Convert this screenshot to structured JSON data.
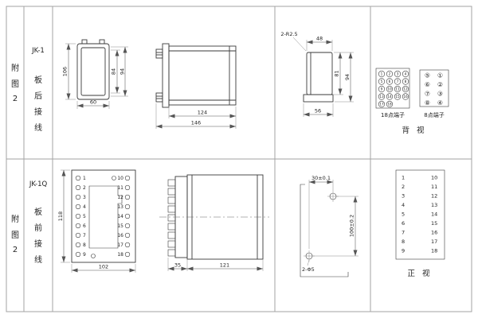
{
  "top": {
    "fig_char1": "附",
    "fig_char2": "图",
    "fig_char3": "2",
    "model": "JK-1",
    "wiring_char1": "板",
    "wiring_char2": "后",
    "wiring_char3": "接",
    "wiring_char4": "线",
    "front": {
      "h106": "106",
      "h84": "84",
      "h94": "94",
      "w60": "60"
    },
    "side": {
      "w124": "124",
      "w146": "146"
    },
    "cutout": {
      "r": "2-R2.5",
      "w48": "48",
      "h81": "81",
      "h94": "94",
      "w56": "56"
    },
    "term": {
      "label18": "18点端子",
      "label8": "8点端子",
      "back_view": "背 视",
      "n18": [
        "1",
        "2",
        "3",
        "4",
        "5",
        "6",
        "7",
        "8",
        "9",
        "10",
        "11",
        "12",
        "13",
        "14",
        "15",
        "16",
        "17",
        "18"
      ],
      "t8l": [
        "⑤",
        "⑥",
        "⑦",
        "⑧"
      ],
      "t8r": [
        "①",
        "②",
        "③",
        "④"
      ]
    }
  },
  "bottom": {
    "fig_char1": "附",
    "fig_char2": "图",
    "fig_char3": "2",
    "model": "JK-1Q",
    "wiring_char1": "板",
    "wiring_char2": "前",
    "wiring_char3": "接",
    "wiring_char4": "线",
    "front": {
      "h118": "118",
      "w102": "102",
      "left": [
        "1",
        "2",
        "3",
        "4",
        "5",
        "6",
        "7",
        "8",
        "9"
      ],
      "right": [
        "10",
        "11",
        "12",
        "13",
        "14",
        "15",
        "16",
        "17",
        "18"
      ]
    },
    "side": {
      "w35": "35",
      "w121": "121"
    },
    "drill": {
      "w30": "30±0.1",
      "h100": "100±0.2",
      "holes": "2-Φ5"
    },
    "table": {
      "left": [
        "1",
        "2",
        "3",
        "4",
        "5",
        "6",
        "7",
        "8",
        "9"
      ],
      "right": [
        "10",
        "11",
        "12",
        "13",
        "14",
        "15",
        "16",
        "17",
        "18"
      ],
      "front_view": "正 视"
    }
  }
}
